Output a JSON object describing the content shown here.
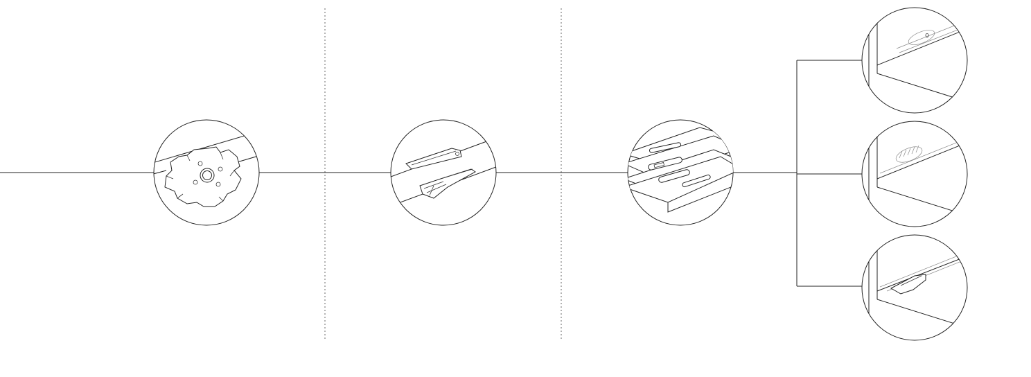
{
  "diagram": {
    "steps": [
      {
        "id": "step-1",
        "icon": "cutter-blade-icon"
      },
      {
        "id": "step-2",
        "icon": "slot-insert-icon"
      },
      {
        "id": "step-3",
        "icon": "connector-panels-icon"
      }
    ],
    "results": [
      {
        "id": "result-1",
        "icon": "corner-joint-round-icon"
      },
      {
        "id": "result-2",
        "icon": "corner-joint-knurled-icon"
      },
      {
        "id": "result-3",
        "icon": "corner-joint-clip-icon"
      }
    ],
    "colors": {
      "stroke": "#222222",
      "divider": "#666666",
      "background": "#ffffff"
    }
  }
}
